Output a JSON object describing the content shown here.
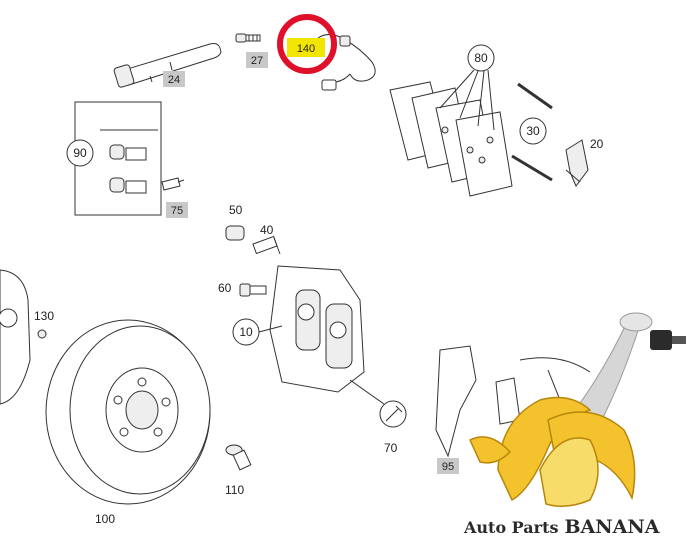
{
  "callouts": {
    "c20": "20",
    "c24": "24",
    "c27": "27",
    "c30": "30",
    "c40": "40",
    "c50": "50",
    "c60": "60",
    "c70": "70",
    "c75": "75",
    "c80": "80",
    "c90": "90",
    "c95": "95",
    "c100": "100",
    "c10": "10",
    "c110": "110",
    "c130": "130",
    "c140": "140"
  },
  "highlight": {
    "part": "140",
    "label_color": "#f2e600",
    "ring_color": "#e0102a"
  },
  "brand": {
    "prefix": "Auto Parts",
    "name": "BANANA",
    "logo": "banana-logo-icon"
  },
  "colors": {
    "tag_fill": "#c8c8c8",
    "banana": "#f3c22c",
    "banana_dark": "#b8860b"
  }
}
